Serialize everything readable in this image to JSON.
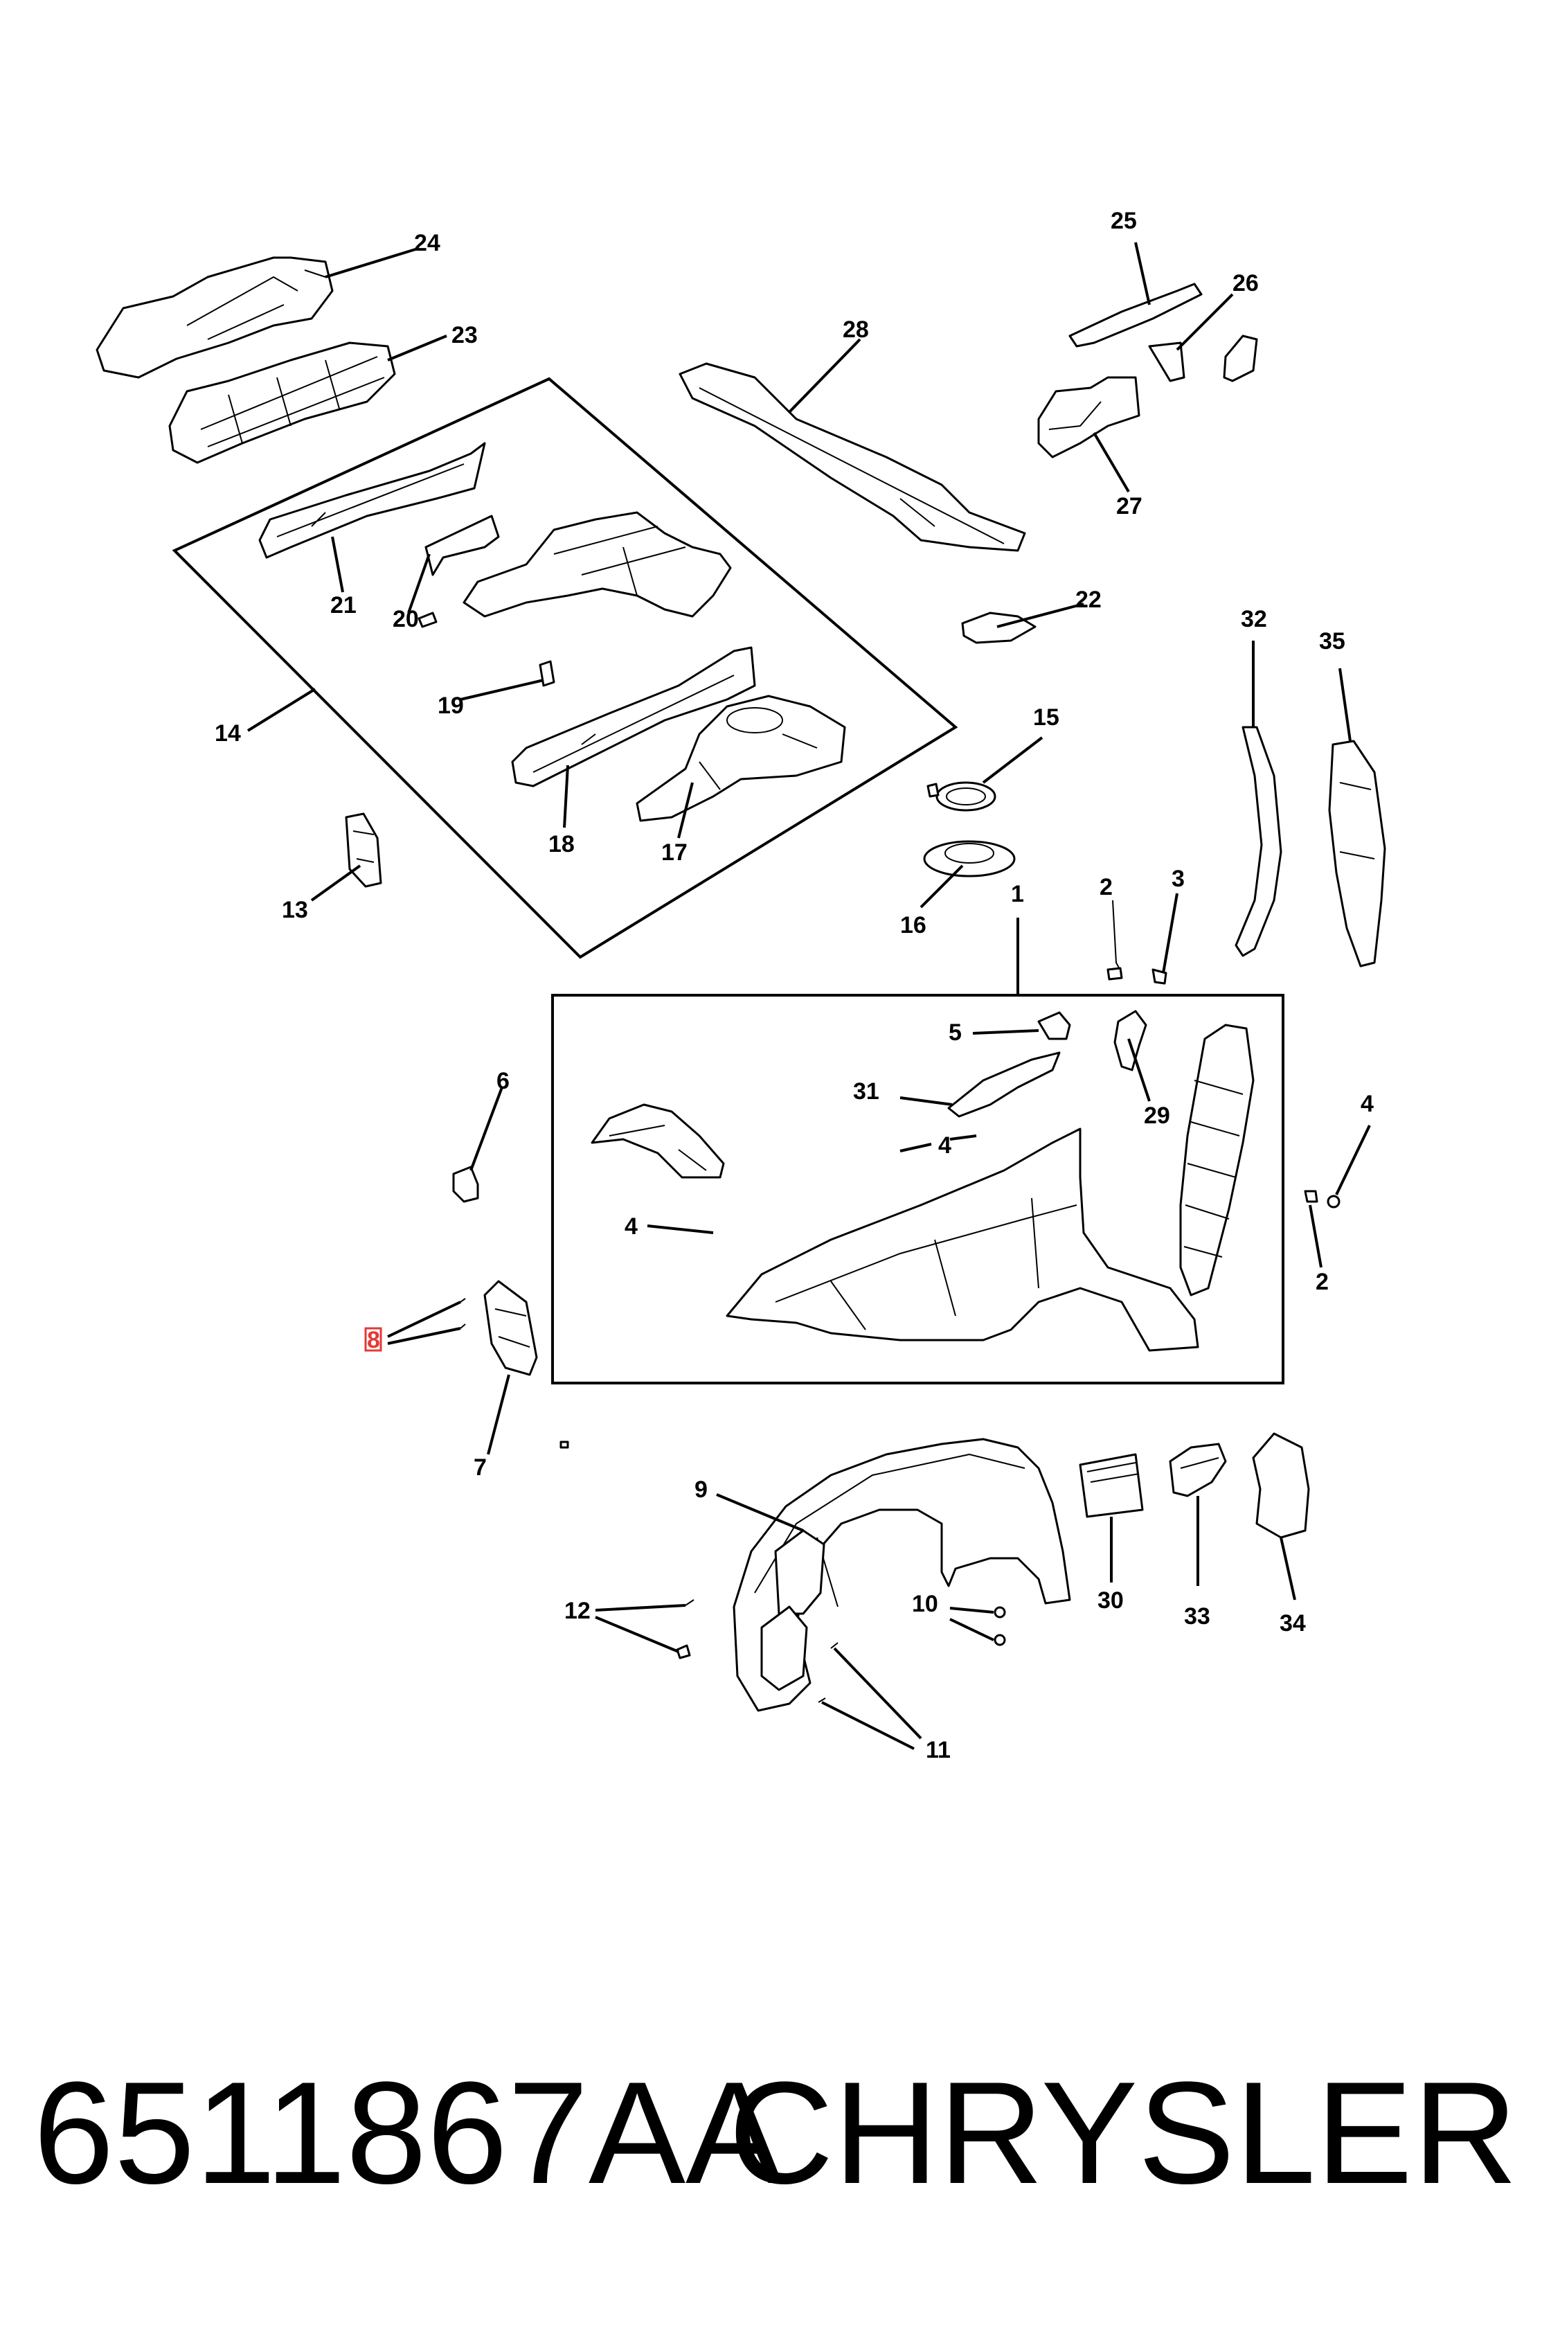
{
  "footer": {
    "part_number": "6511867AA",
    "brand": "CHRYSLER"
  },
  "callouts": {
    "c1": "1",
    "c2a": "2",
    "c2b": "2",
    "c3": "3",
    "c4a": "4",
    "c4b": "4",
    "c4c": "4",
    "c5": "5",
    "c6": "6",
    "c7": "7",
    "c8": "8",
    "c9": "9",
    "c10": "10",
    "c11": "11",
    "c12": "12",
    "c13": "13",
    "c14": "14",
    "c15": "15",
    "c16": "16",
    "c17": "17",
    "c18": "18",
    "c19": "19",
    "c20": "20",
    "c21": "21",
    "c22": "22",
    "c23": "23",
    "c24": "24",
    "c25": "25",
    "c26": "26",
    "c27": "27",
    "c28": "28",
    "c29": "29",
    "c30": "30",
    "c31": "31",
    "c32": "32",
    "c33": "33",
    "c34": "34",
    "c35": "35"
  },
  "highlighted_callout": "8"
}
